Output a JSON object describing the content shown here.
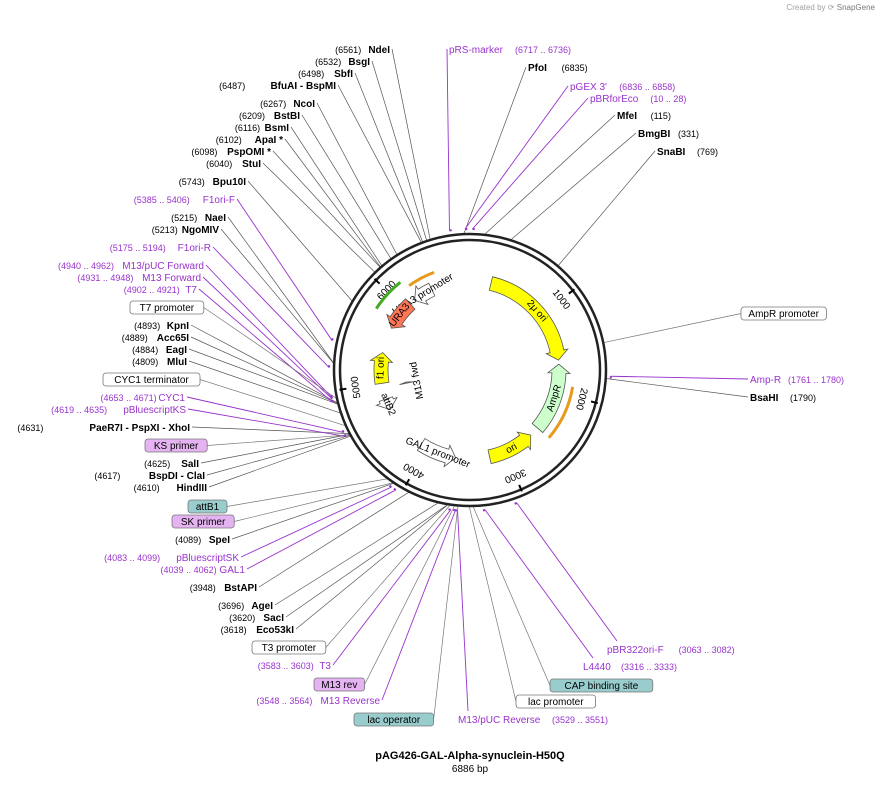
{
  "credit": {
    "prefix": "Created by",
    "brand": "SnapGene"
  },
  "map": {
    "title": "pAG426-GAL-Alpha-synuclein-H50Q",
    "length_label": "6886 bp",
    "ticks": [
      "1000",
      "2000",
      "3000",
      "4000",
      "5000",
      "6000"
    ]
  },
  "enzymes": [
    {
      "name": "NdeI",
      "pos": "(6561)",
      "bp": 6561
    },
    {
      "name": "BsgI",
      "pos": "(6532)",
      "bp": 6532
    },
    {
      "name": "SbfI",
      "pos": "(6498)",
      "bp": 6498
    },
    {
      "name": "BfuAI  - BspMI",
      "pos": "(6487)",
      "bp": 6487
    },
    {
      "name": "NcoI",
      "pos": "(6267)",
      "bp": 6267
    },
    {
      "name": "BstBI",
      "pos": "(6209)",
      "bp": 6209
    },
    {
      "name": "BsmI",
      "pos": "(6116)",
      "bp": 6116
    },
    {
      "name": "ApaI *",
      "pos": "(6102)",
      "bp": 6102
    },
    {
      "name": "PspOMI *",
      "pos": "(6098)",
      "bp": 6098
    },
    {
      "name": "StuI",
      "pos": "(6040)",
      "bp": 6040
    },
    {
      "name": "Bpu10I",
      "pos": "(5743)",
      "bp": 5743
    },
    {
      "name": "NaeI",
      "pos": "(5215)",
      "bp": 5215
    },
    {
      "name": "NgoMIV",
      "pos": "(5213)",
      "bp": 5213
    },
    {
      "name": "KpnI",
      "pos": "(4893)",
      "bp": 4893
    },
    {
      "name": "Acc65I",
      "pos": "(4889)",
      "bp": 4889
    },
    {
      "name": "EagI",
      "pos": "(4884)",
      "bp": 4884
    },
    {
      "name": "MluI",
      "pos": "(4809)",
      "bp": 4809
    },
    {
      "name": "PaeR7I  - PspXI  - XhoI",
      "pos": "(4631)",
      "bp": 4631
    },
    {
      "name": "SalI",
      "pos": "(4625)",
      "bp": 4625
    },
    {
      "name": "BspDI  - ClaI",
      "pos": "(4617)",
      "bp": 4617
    },
    {
      "name": "HindIII",
      "pos": "(4610)",
      "bp": 4610
    },
    {
      "name": "SpeI",
      "pos": "(4089)",
      "bp": 4089
    },
    {
      "name": "BstAPI",
      "pos": "(3948)",
      "bp": 3948
    },
    {
      "name": "AgeI",
      "pos": "(3696)",
      "bp": 3696
    },
    {
      "name": "SacI",
      "pos": "(3620)",
      "bp": 3620
    },
    {
      "name": "Eco53kI",
      "pos": "(3618)",
      "bp": 3618
    },
    {
      "name": "PfoI",
      "pos": "(6835)",
      "bp": 6835
    },
    {
      "name": "MfeI",
      "pos": "(115)",
      "bp": 115
    },
    {
      "name": "BmgBI",
      "pos": "(331)",
      "bp": 331
    },
    {
      "name": "SnaBI",
      "pos": "(769)",
      "bp": 769
    },
    {
      "name": "BsaHI",
      "pos": "(1790)",
      "bp": 1790
    }
  ],
  "primers": [
    {
      "name": "pRS-marker",
      "pos": "(6717 .. 6736)",
      "bp": 6726
    },
    {
      "name": "pGEX 3'",
      "pos": "(6836 .. 6858)",
      "bp": 6847
    },
    {
      "name": "pBRforEco",
      "pos": "(10 .. 28)",
      "bp": 19
    },
    {
      "name": "F1ori-F",
      "pos": "(5385 .. 5406)",
      "bp": 5395
    },
    {
      "name": "F1ori-R",
      "pos": "(5175 .. 5194)",
      "bp": 5184
    },
    {
      "name": "M13/pUC Forward",
      "pos": "(4940 .. 4962)",
      "bp": 4951
    },
    {
      "name": "M13 Forward",
      "pos": "(4931 .. 4948)",
      "bp": 4939
    },
    {
      "name": "T7",
      "pos": "(4902 .. 4921)",
      "bp": 4911
    },
    {
      "name": "CYC1",
      "pos": "(4653 .. 4671)",
      "bp": 4662
    },
    {
      "name": "pBluescriptKS",
      "pos": "(4619 .. 4635)",
      "bp": 4627
    },
    {
      "name": "pBluescriptSK",
      "pos": "(4083 .. 4099)",
      "bp": 4091
    },
    {
      "name": "GAL1",
      "pos": "(4039 .. 4062)",
      "bp": 4050
    },
    {
      "name": "T3",
      "pos": "(3583 .. 3603)",
      "bp": 3593
    },
    {
      "name": "M13 Reverse",
      "pos": "(3548 .. 3564)",
      "bp": 3556
    },
    {
      "name": "M13/pUC Reverse",
      "pos": "(3529 .. 3551)",
      "bp": 3540
    },
    {
      "name": "L4440",
      "pos": "(3316 .. 3333)",
      "bp": 3324
    },
    {
      "name": "pBR322ori-F",
      "pos": "(3063 .. 3082)",
      "bp": 3072
    },
    {
      "name": "Amp-R",
      "pos": "(1761 .. 1780)",
      "bp": 1770
    }
  ],
  "boxed_features": [
    {
      "name": "T7 promoter",
      "bp": 4930,
      "style": "white"
    },
    {
      "name": "CYC1 terminator",
      "bp": 4700,
      "style": "white"
    },
    {
      "name": "KS primer",
      "bp": 4620,
      "style": "purple"
    },
    {
      "name": "attB1",
      "bp": 4150,
      "style": "teal"
    },
    {
      "name": "SK primer",
      "bp": 4095,
      "style": "purple"
    },
    {
      "name": "T3 promoter",
      "bp": 3600,
      "style": "white"
    },
    {
      "name": "M13 rev",
      "bp": 3565,
      "style": "purple"
    },
    {
      "name": "lac operator",
      "bp": 3540,
      "style": "teal"
    },
    {
      "name": "lac promoter",
      "bp": 3450,
      "style": "white"
    },
    {
      "name": "CAP binding site",
      "bp": 3420,
      "style": "teal"
    },
    {
      "name": "AmpR promoter",
      "bp": 1500,
      "style": "white"
    }
  ],
  "features": [
    {
      "name": "2μ ori",
      "start": 260,
      "end": 1600,
      "color": "#ffff00",
      "dir": 1,
      "track": 0
    },
    {
      "name": "AmpR",
      "start": 1650,
      "end": 2500,
      "color": "#ccffcc",
      "dir": -1,
      "track": 0
    },
    {
      "name": "ori",
      "start": 2620,
      "end": 3200,
      "color": "#ffff00",
      "dir": -1,
      "track": 0
    },
    {
      "name": "GAL1 promoter",
      "start": 3620,
      "end": 4080,
      "color": "#ffffff",
      "dir": -1,
      "track": 0
    },
    {
      "name": "attB2",
      "start": 4660,
      "end": 4800,
      "color": "#ffffff",
      "dir": -1,
      "track": 0
    },
    {
      "name": "f1 ori",
      "start": 5000,
      "end": 5380,
      "color": "#ffff00",
      "dir": 1,
      "track": 0
    },
    {
      "name": "URA3 promoter",
      "start": 6150,
      "end": 6400,
      "color": "#ffffff",
      "dir": -1,
      "track": 0
    },
    {
      "name": "URA3",
      "start": 5700,
      "end": 6080,
      "color": "#ff7755",
      "dir": -1,
      "track": 0
    },
    {
      "name": "M13 fwd",
      "start": 4940,
      "end": 4960,
      "color": "#9999ff",
      "dir": 1,
      "track": 1
    }
  ],
  "colors": {
    "backbone": "#222222",
    "primer": "#9933cc",
    "enzyme_line": "#555555",
    "white_box": "#ffffff",
    "purple_box": "#e6b3f2",
    "teal_box": "#99cccc",
    "orange_arc": "#e59a1c",
    "green_arc": "#44aa22"
  }
}
